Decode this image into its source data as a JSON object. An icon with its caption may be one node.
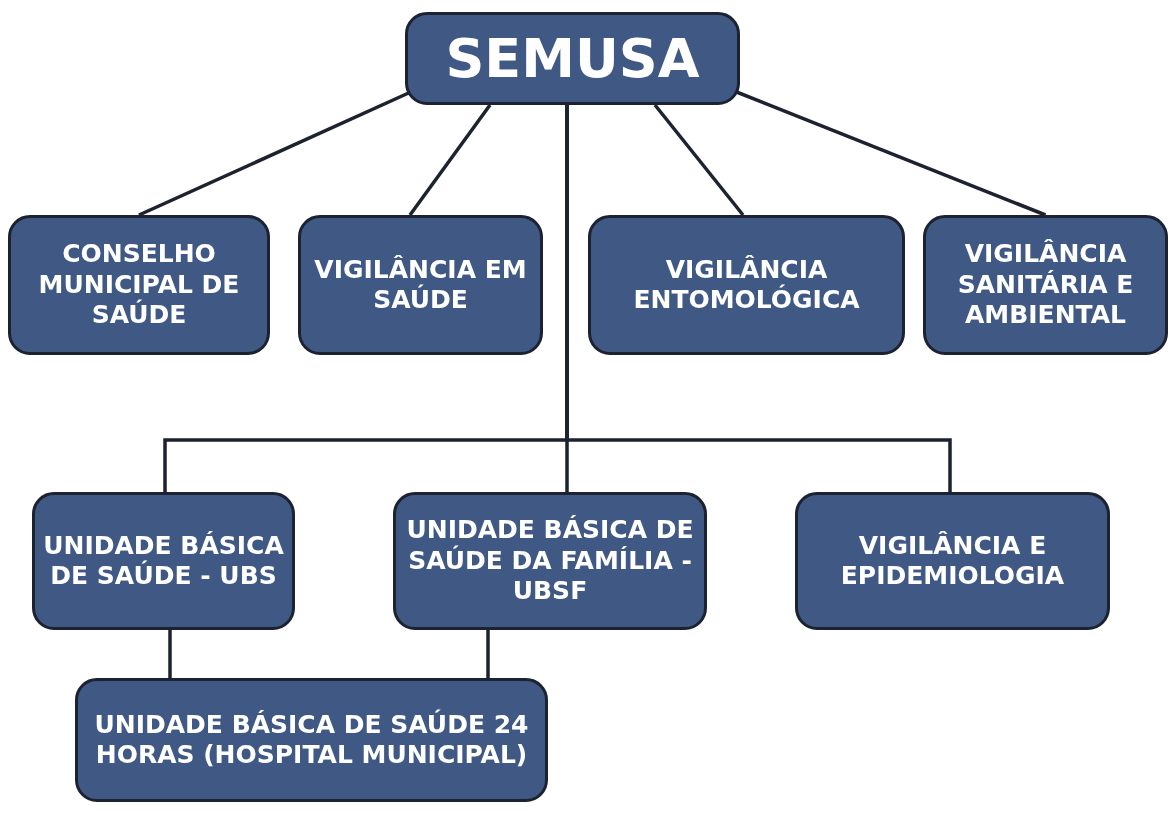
{
  "diagram": {
    "nodes": [
      {
        "text": [
          "SEMUSA"
        ]
      },
      {
        "text": [
          "CONSELHO MUNICIPAL DE SAÚDE"
        ]
      },
      {
        "text": [
          "VIGILÂNCIA EM SAÚDE"
        ]
      },
      {
        "text": [
          "VIGILÂNCIA ENTOMOLÓGICA"
        ]
      },
      {
        "text": [
          "VIGILÂNCIA SANITÁRIA E AMBIENTAL"
        ]
      },
      {
        "text": [
          "UNIDADE BÁSICA DE SAÚDE - UBS"
        ]
      },
      {
        "text": [
          "UNIDADE BÁSICA DE SAÚDE DA FAMÍLIA - UBSF"
        ]
      },
      {
        "text": [
          "VIGILÂNCIA E EPIDEMIOLOGIA"
        ]
      },
      {
        "text": [
          "UNIDADE BÁSICA DE SAÚDE 24 HORAS (HOSPITAL MUNICIPAL)"
        ]
      }
    ],
    "edges": [
      {
        "from": 0,
        "to": 1,
        "arrow": "none"
      },
      {
        "from": 0,
        "to": 2,
        "arrow": "none"
      },
      {
        "from": 0,
        "to": 3,
        "arrow": "none"
      },
      {
        "from": 0,
        "to": 4,
        "arrow": "none"
      },
      {
        "from": 0,
        "to": 5,
        "arrow": "none"
      },
      {
        "from": 0,
        "to": 6,
        "arrow": "none"
      },
      {
        "from": 0,
        "to": 7,
        "arrow": "none"
      },
      {
        "from": 5,
        "to": 8,
        "arrow": "none"
      },
      {
        "from": 6,
        "to": 8,
        "arrow": "none"
      }
    ]
  }
}
